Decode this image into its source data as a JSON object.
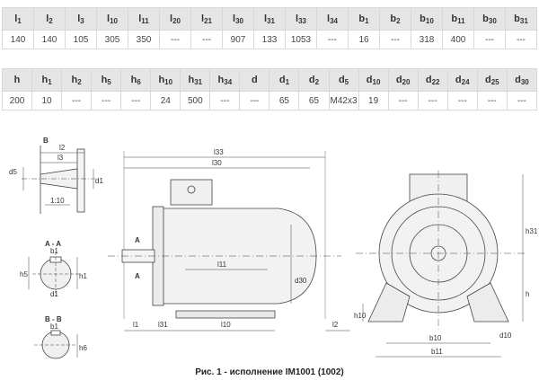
{
  "table1": {
    "headers": [
      {
        "b": "l",
        "s": "1"
      },
      {
        "b": "l",
        "s": "2"
      },
      {
        "b": "l",
        "s": "3"
      },
      {
        "b": "l",
        "s": "10"
      },
      {
        "b": "l",
        "s": "11"
      },
      {
        "b": "l",
        "s": "20"
      },
      {
        "b": "l",
        "s": "21"
      },
      {
        "b": "l",
        "s": "30"
      },
      {
        "b": "l",
        "s": "31"
      },
      {
        "b": "l",
        "s": "33"
      },
      {
        "b": "l",
        "s": "34"
      },
      {
        "b": "b",
        "s": "1"
      },
      {
        "b": "b",
        "s": "2"
      },
      {
        "b": "b",
        "s": "10"
      },
      {
        "b": "b",
        "s": "11"
      },
      {
        "b": "b",
        "s": "30"
      },
      {
        "b": "b",
        "s": "31"
      }
    ],
    "values": [
      "140",
      "140",
      "105",
      "305",
      "350",
      "---",
      "---",
      "907",
      "133",
      "1053",
      "---",
      "16",
      "---",
      "318",
      "400",
      "---",
      "---"
    ]
  },
  "table2": {
    "headers": [
      {
        "b": "h",
        "s": ""
      },
      {
        "b": "h",
        "s": "1"
      },
      {
        "b": "h",
        "s": "2"
      },
      {
        "b": "h",
        "s": "5"
      },
      {
        "b": "h",
        "s": "6"
      },
      {
        "b": "h",
        "s": "10"
      },
      {
        "b": "h",
        "s": "31"
      },
      {
        "b": "h",
        "s": "34"
      },
      {
        "b": "d",
        "s": ""
      },
      {
        "b": "d",
        "s": "1"
      },
      {
        "b": "d",
        "s": "2"
      },
      {
        "b": "d",
        "s": "5"
      },
      {
        "b": "d",
        "s": "10"
      },
      {
        "b": "d",
        "s": "20"
      },
      {
        "b": "d",
        "s": "22"
      },
      {
        "b": "d",
        "s": "24"
      },
      {
        "b": "d",
        "s": "25"
      },
      {
        "b": "d",
        "s": "30"
      }
    ],
    "values": [
      "200",
      "10",
      "---",
      "---",
      "---",
      "24",
      "500",
      "---",
      "---",
      "65",
      "65",
      "M42x3",
      "19",
      "---",
      "---",
      "---",
      "---",
      "---"
    ]
  },
  "drawing": {
    "labels": {
      "B_top": "B",
      "l2": "l2",
      "l3": "l3",
      "d5": "d5",
      "d1": "d1",
      "taper": "1:10",
      "sectAA": "A - A",
      "b1": "b1",
      "h5": "h5",
      "h1": "h1",
      "d1s": "d1",
      "sectBB": "B - B",
      "b1b": "b1",
      "h6": "h6",
      "l33": "l33",
      "l30": "l30",
      "A_up": "A",
      "A_down": "A",
      "l11": "l11",
      "d30": "d30",
      "l1": "l1",
      "l31": "l31",
      "l10": "l10",
      "l2b": "l2",
      "h31": "h31",
      "h10": "h10",
      "b10": "b10",
      "b11": "b11",
      "d10": "d10",
      "h": "h"
    }
  },
  "caption": "Рис. 1 - исполнение IM1001 (1002)"
}
